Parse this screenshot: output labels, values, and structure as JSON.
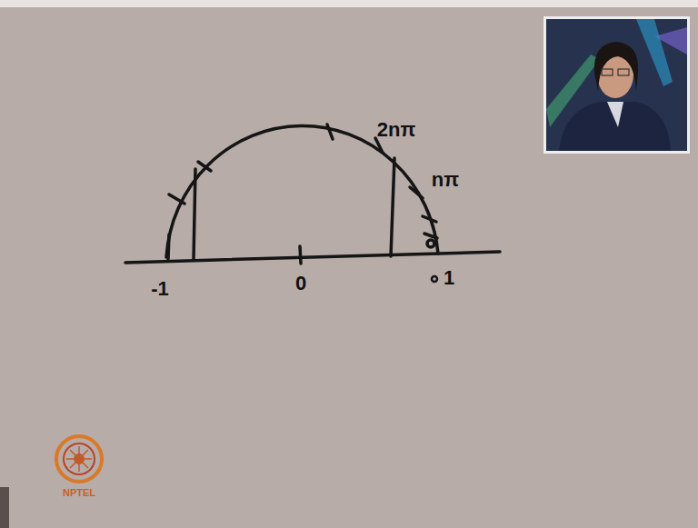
{
  "diagram": {
    "labels": [
      "2nπ",
      "nπ",
      "-1",
      "0",
      "1",
      "NPTEL"
    ]
  }
}
